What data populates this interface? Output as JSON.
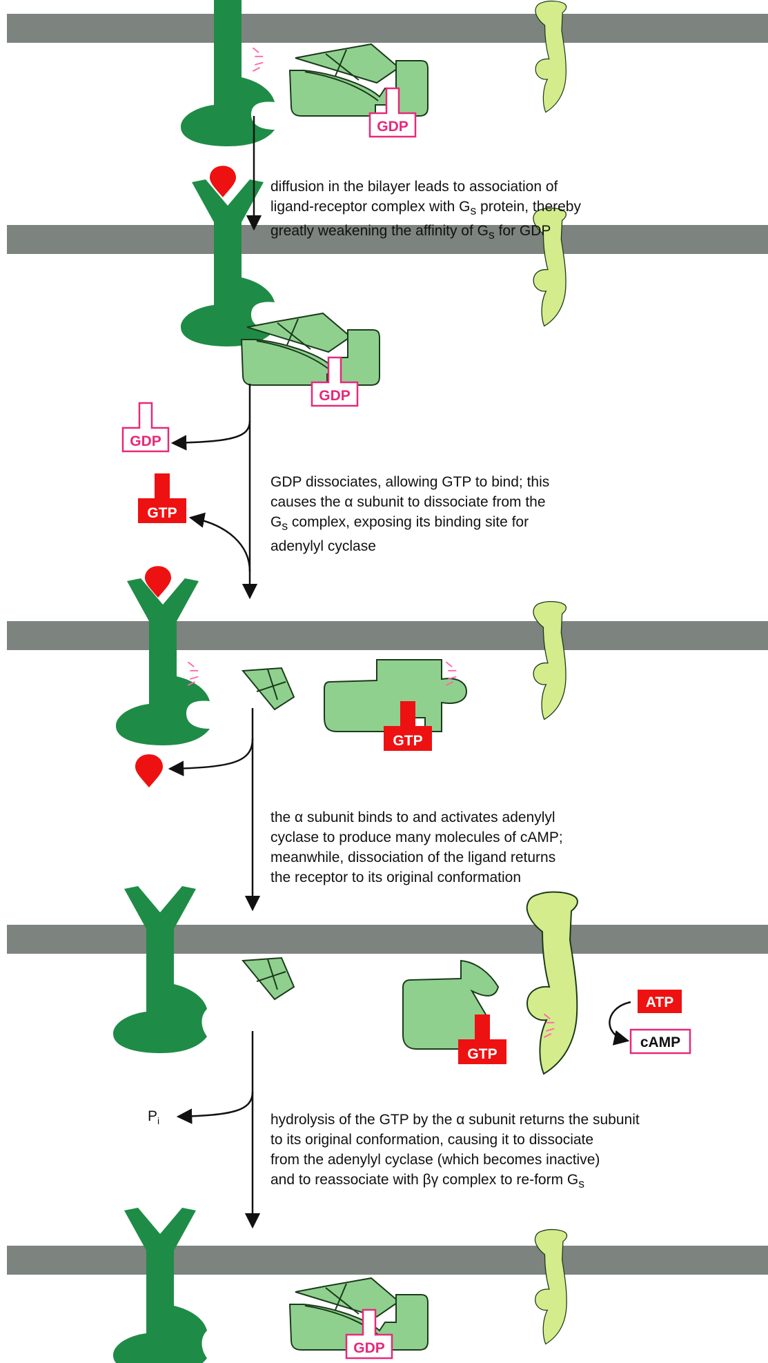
{
  "colors": {
    "membrane": "#7d837f",
    "receptor": "#1e8c46",
    "g_protein": "#8fd08f",
    "adenylyl_cyclase": "#d4ec8c",
    "ligand": "#ee1111",
    "gdp_outline": "#e8287a",
    "gtp_fill": "#ee1111",
    "signal_lines": "#ff66aa"
  },
  "labels": {
    "gdp": "GDP",
    "gtp": "GTP",
    "atp": "ATP",
    "camp": "cAMP",
    "pi_base": "P",
    "pi_sub": "i"
  },
  "steps": [
    {
      "lines": [
        "diffusion in the bilayer leads to association of",
        "ligand-receptor complex with G<sub>s</sub> protein, thereby",
        "greatly weakening the affinity of G<sub>s</sub> for GDP"
      ]
    },
    {
      "lines": [
        "GDP dissociates, allowing GTP to bind; this",
        "causes the α subunit to dissociate from the",
        "G<sub>s</sub> complex, exposing its binding site for",
        "adenylyl cyclase"
      ]
    },
    {
      "lines": [
        "the α subunit binds to and activates adenylyl",
        "cyclase to produce many molecules of cAMP;",
        "meanwhile, dissociation of the ligand returns",
        "the receptor to its original conformation"
      ]
    },
    {
      "lines": [
        "hydrolysis of the GTP by the α subunit returns the subunit",
        "to its original conformation, causing it to dissociate",
        "from the adenylyl cyclase (which becomes inactive)",
        "and to reassociate with βγ complex to re-form G<sub>s</sub>"
      ]
    }
  ]
}
